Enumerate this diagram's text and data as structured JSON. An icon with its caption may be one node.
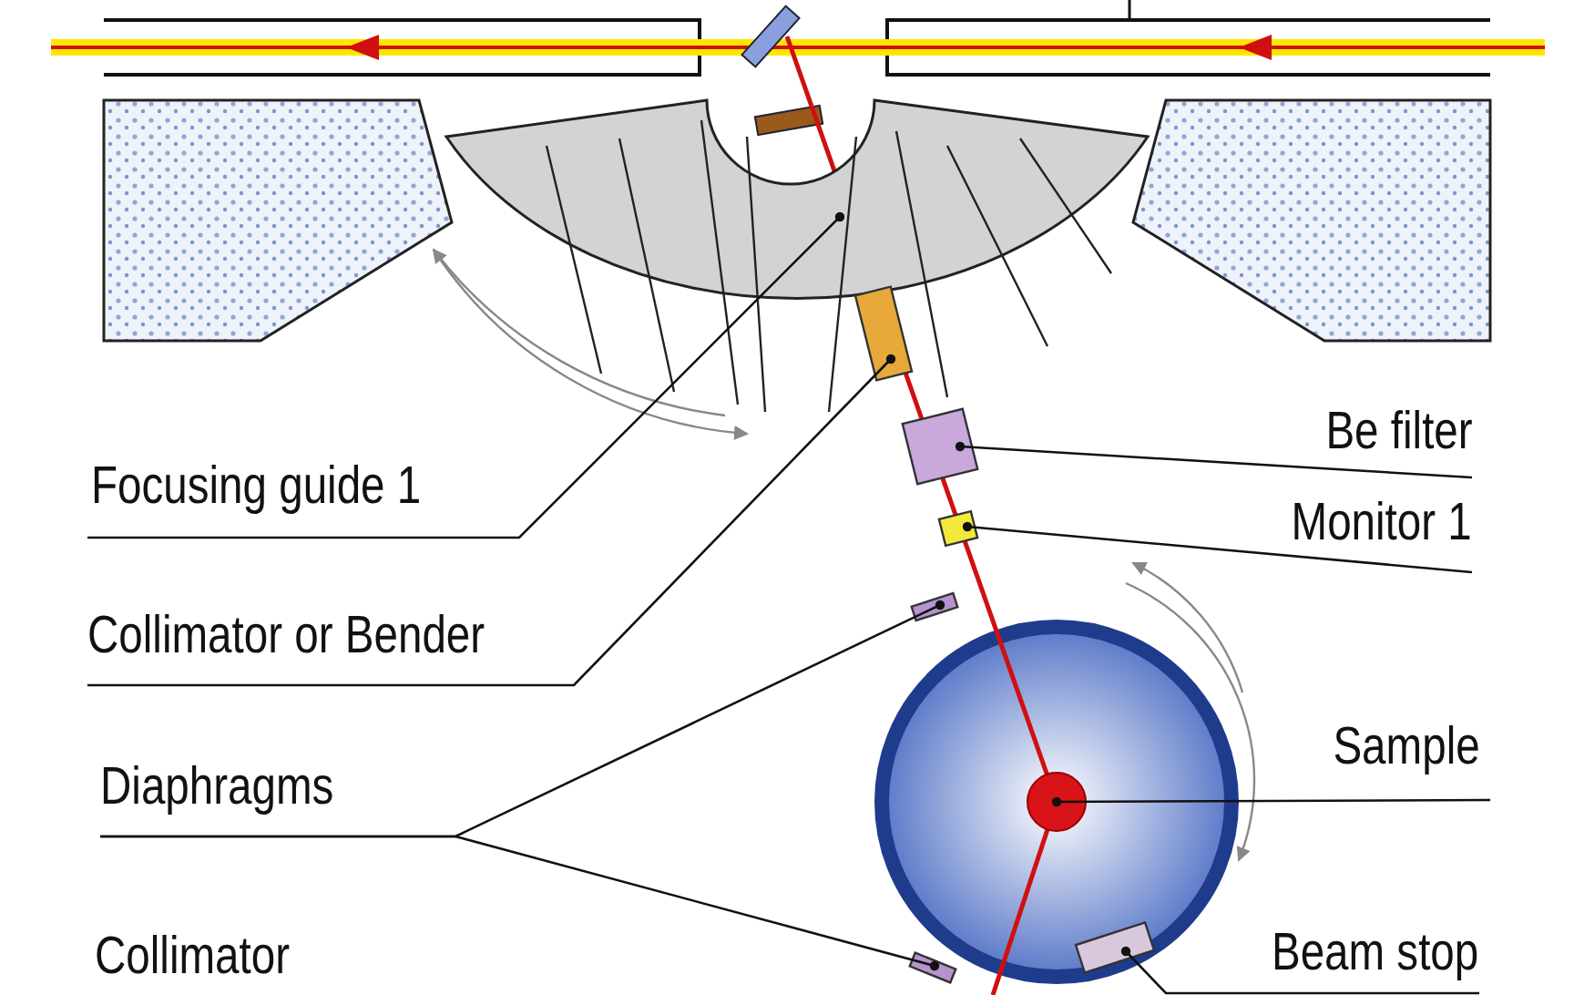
{
  "diagram": {
    "nodes": [
      {
        "text": [
          "Focusing guide 1"
        ]
      },
      {
        "text": [
          "Collimator or Bender"
        ]
      },
      {
        "text": [
          "Be filter"
        ]
      },
      {
        "text": [
          "Monitor 1"
        ]
      },
      {
        "text": [
          "Diaphragms"
        ]
      },
      {
        "text": [
          "Sample"
        ]
      },
      {
        "text": [
          "Collimator"
        ]
      },
      {
        "text": [
          "Beam stop"
        ]
      },
      {
        "text": [],
        "shape": "sector"
      },
      {
        "text": [],
        "shape": "box"
      },
      {
        "text": [],
        "shape": "box"
      },
      {
        "text": [],
        "shape": "box"
      },
      {
        "text": [],
        "shape": "box"
      },
      {
        "text": [],
        "shape": "circle"
      },
      {
        "text": [],
        "shape": "box"
      },
      {
        "text": [],
        "shape": "box"
      }
    ],
    "edges": [
      {
        "from": 0,
        "to": 8,
        "arrow": "other"
      },
      {
        "from": 1,
        "to": 9,
        "arrow": "other"
      },
      {
        "from": 2,
        "to": 10,
        "arrow": "other"
      },
      {
        "from": 3,
        "to": 11,
        "arrow": "other"
      },
      {
        "from": 4,
        "to": 12,
        "arrow": "other"
      },
      {
        "from": 4,
        "to": 14,
        "arrow": "other"
      },
      {
        "from": 5,
        "to": 13,
        "arrow": "other"
      },
      {
        "from": 7,
        "to": 15,
        "arrow": "other"
      }
    ]
  }
}
